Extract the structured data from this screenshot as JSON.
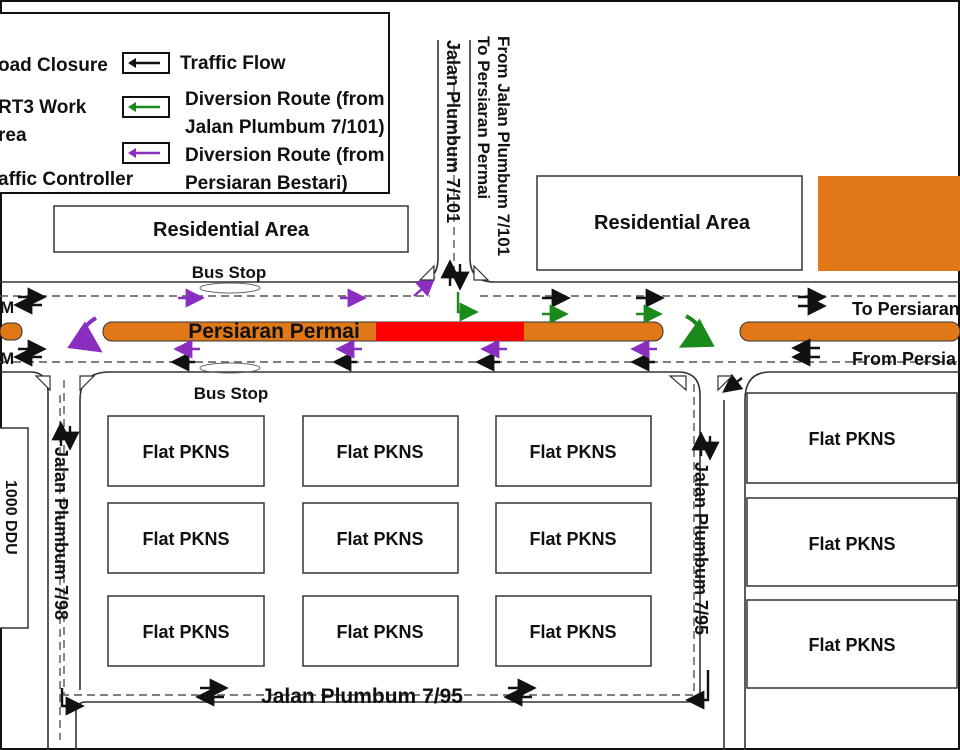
{
  "legend": {
    "title_fragment": "",
    "road_closure": "oad Closure",
    "lrt3_line1": "RT3 Work",
    "lrt3_line2": "rea",
    "traffic_controller": "affic Controller",
    "traffic_flow": "Traffic Flow",
    "diversion_plumbum_line1": "Diversion Route (from",
    "diversion_plumbum_line2": "Jalan Plumbum 7/101)",
    "diversion_bestari_line1": "Diversion Route (from",
    "diversion_bestari_line2": "Persiaran Bestari)"
  },
  "colors": {
    "lrt_work": "#e07818",
    "closure": "#ff0000",
    "traffic_flow": "#111111",
    "diversion_plumbum": "#1a8a1a",
    "diversion_bestari": "#8a2ec0"
  },
  "areas": {
    "residential_left": "Residential Area",
    "residential_right": "Residential Area",
    "flat": "Flat PKNS",
    "bus_stop_top": "Bus Stop",
    "bus_stop_bottom": "Bus Stop",
    "partial_left_block": "1000 DDU"
  },
  "roads": {
    "main": "Persiaran Permai",
    "vertical_north_left": "Jalan Plumbum 7/101",
    "vertical_north_right_line1": "From Jalan Plumbum 7/101",
    "vertical_north_right_line2": "To Persiaran Permai",
    "left_vertical": "Jalan Plumbum 7/98",
    "right_vertical": "Jalan Plumbum 7/95",
    "bottom": "Jalan Plumbum 7/95",
    "to_persiaran": "To Persiaran",
    "from_persiaran": "From Persia",
    "left_edge_top": "M",
    "left_edge_bottom": "M"
  }
}
